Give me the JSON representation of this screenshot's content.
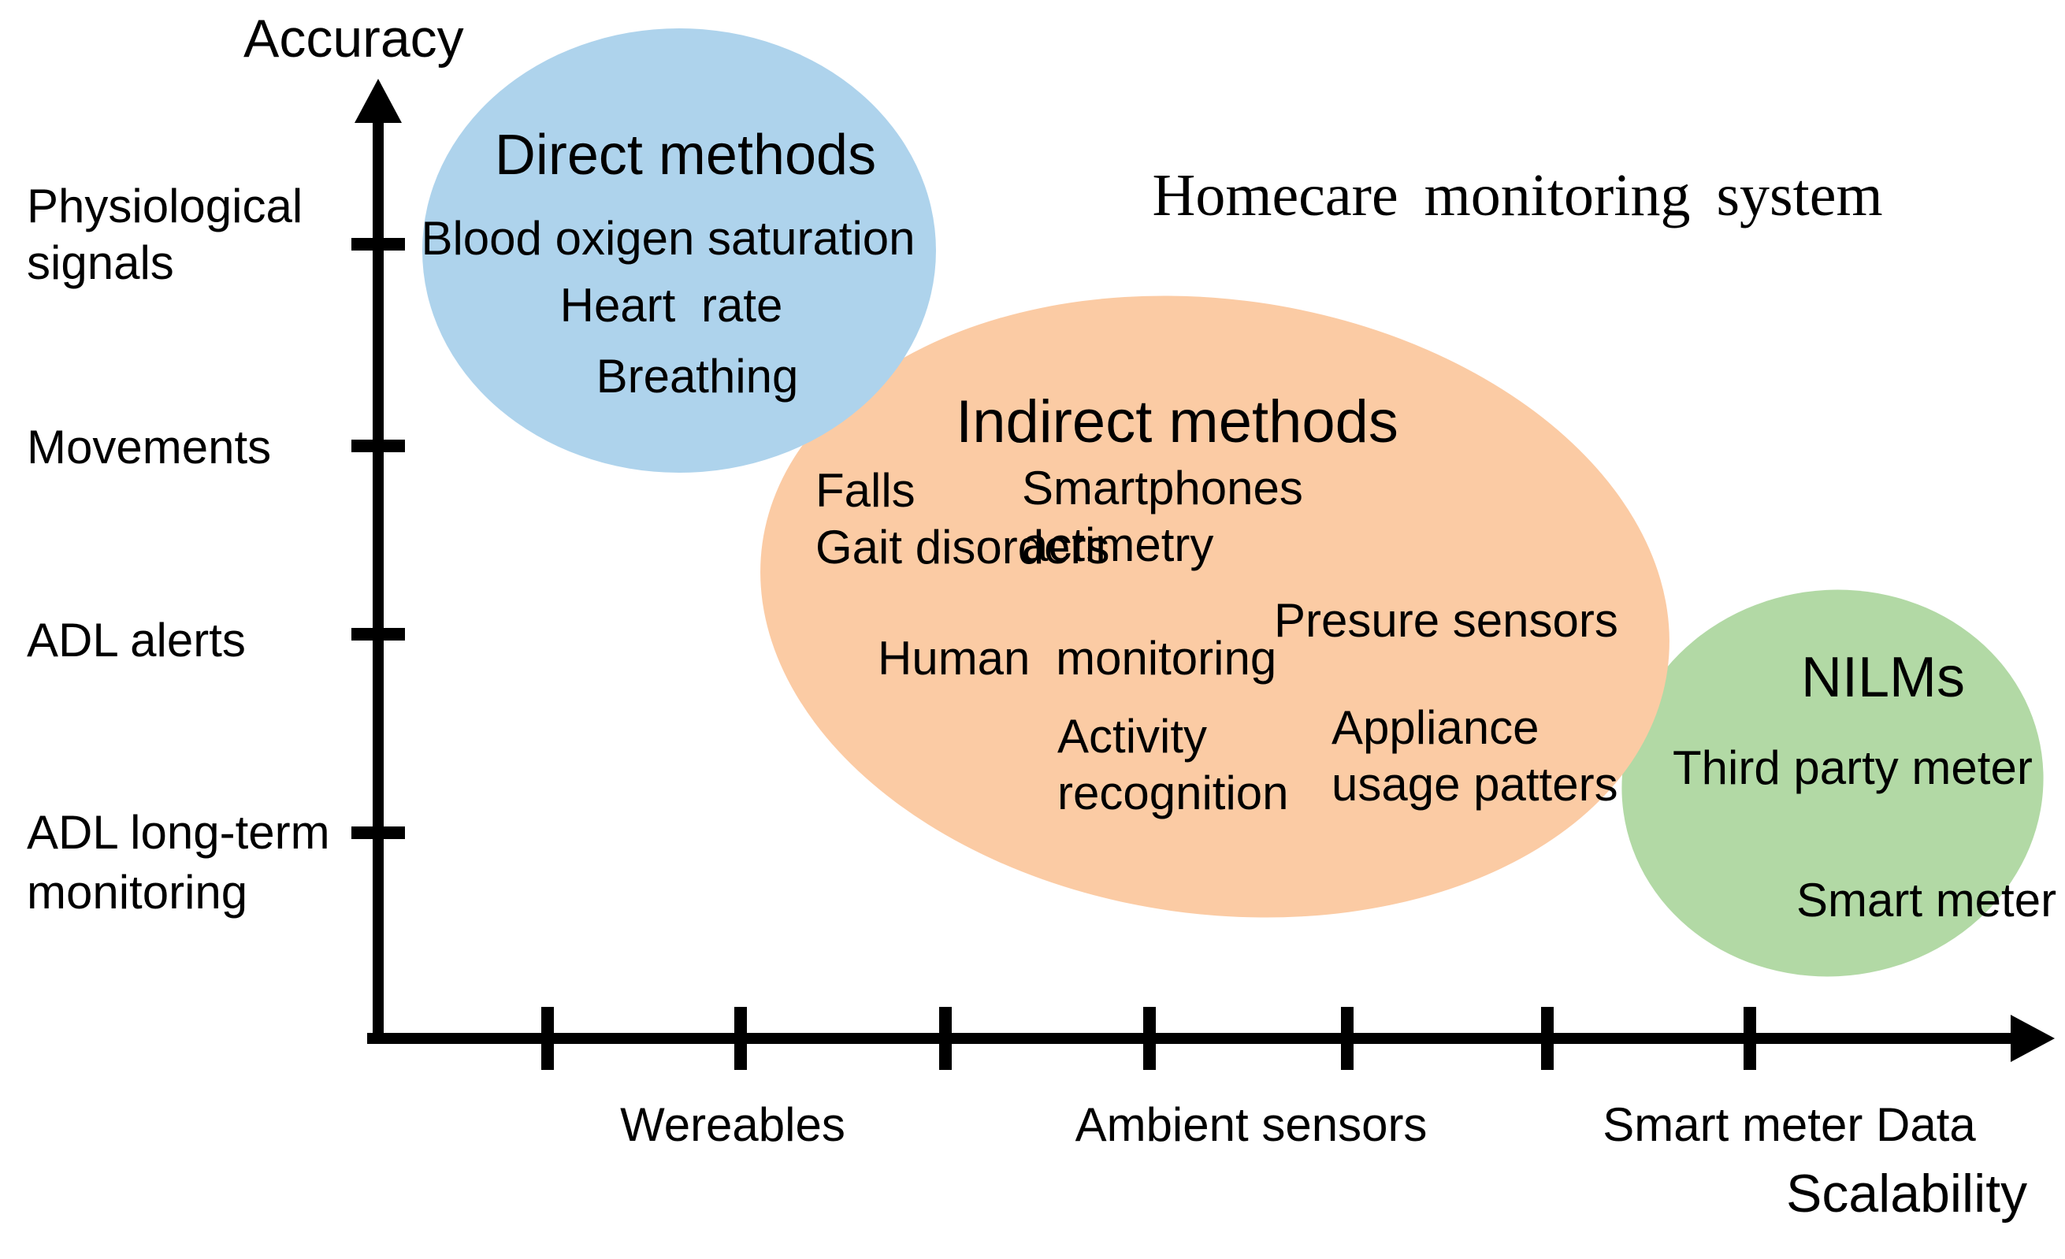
{
  "title": "Homecare monitoring system",
  "y_axis": {
    "label": "Accuracy",
    "tick_labels": [
      "Physiological\nsignals",
      "Movements",
      "ADL alerts",
      "ADL long-term\nmonitoring"
    ]
  },
  "x_axis": {
    "label": "Scalability",
    "tick_labels": [
      "Wereables",
      "Ambient sensors",
      "Smart meter Data"
    ]
  },
  "groups": {
    "direct": {
      "title": "Direct methods",
      "color": "#AED3EC",
      "items": [
        "Blood oxigen saturation",
        "Heart rate",
        "Breathing"
      ]
    },
    "indirect": {
      "title": "Indirect methods",
      "color": "#FBCBA4",
      "items": [
        "Falls",
        "Gait disorders",
        "Smartphones\nactimetry",
        "Presure sensors",
        "Human monitoring",
        "Activity\nrecognition",
        "Appliance\nusage patters"
      ]
    },
    "nilms": {
      "title": "NILMs",
      "color": "#B2D9A5",
      "items": [
        "Third party meter",
        "Smart meter"
      ]
    }
  }
}
